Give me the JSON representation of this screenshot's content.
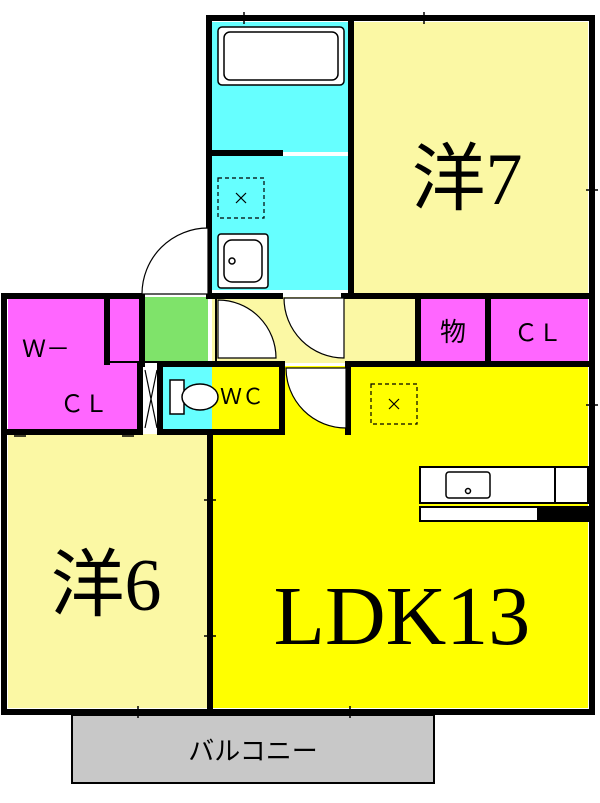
{
  "rooms": {
    "western_7": "洋7",
    "western_6": "洋6",
    "ldk": "LDK13",
    "storage": "物",
    "closet_right": "ＣＬ",
    "walk_in_closet_top": "Ｗ－",
    "walk_in_closet_bottom": "ＣＬ",
    "toilet": "ＷＣ",
    "balcony": "バルコニー"
  },
  "colors": {
    "western": "#fbf8a4",
    "ldk": "#ffff00",
    "closet": "#ff66ff",
    "wet_area": "#66ffff",
    "entrance": "#7fe36a",
    "balcony": "#c8c8c8",
    "wall": "#000000"
  },
  "icons": [
    "bathtub-icon",
    "washbasin-icon",
    "toilet-icon",
    "ventilation-fan-icon",
    "kitchen-sink-icon",
    "door-swing-icon"
  ]
}
